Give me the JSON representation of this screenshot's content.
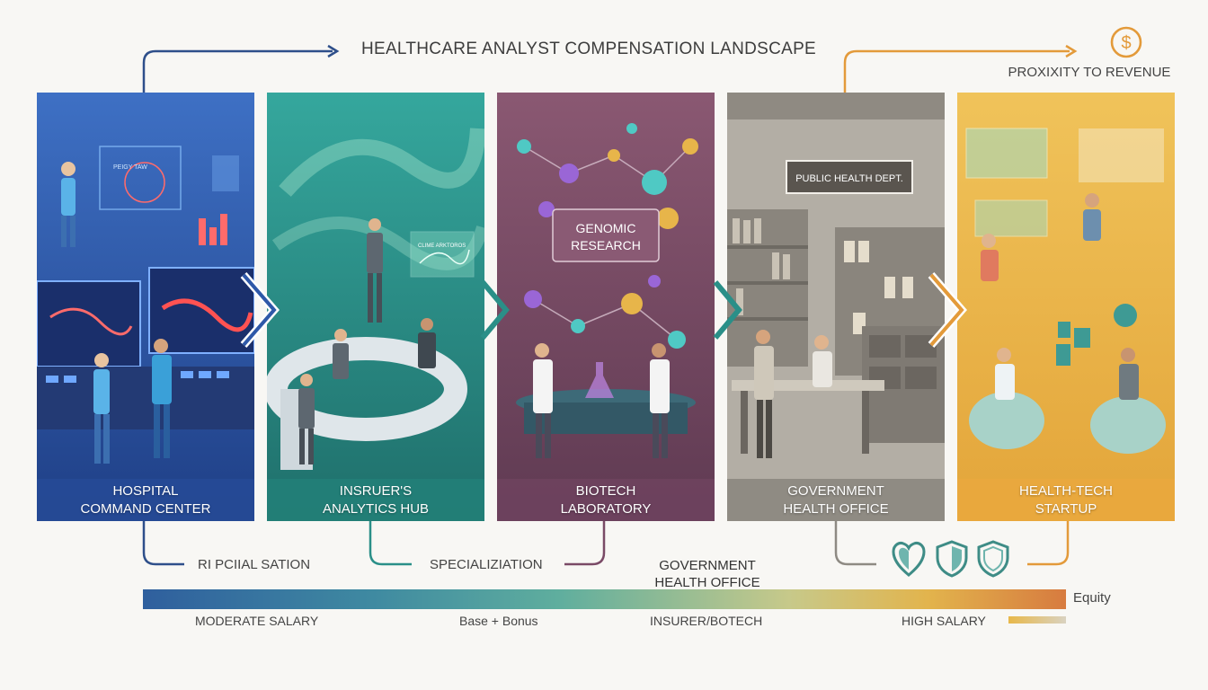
{
  "title": "HEALTHCARE ANALYST COMPENSATION LANDSCAPE",
  "top_right_label": "PROXIXITY TO REVENUE",
  "panels": [
    {
      "label": "HOSPITAL\nCOMMAND CENTER",
      "color": "#2e58a8"
    },
    {
      "label": "INSRUER'S\nANALYTICS HUB",
      "color": "#2a8f88"
    },
    {
      "label": "BIOTECH\nLABORATORY",
      "color": "#7a4a66"
    },
    {
      "label": "GOVERNMENT\nHEALTH OFFICE",
      "color": "#9a968e"
    },
    {
      "label": "HEALTH-TECH\nSTARTUP",
      "color": "#e9b347"
    }
  ],
  "scene_text": {
    "hospital_screen": "PEIGY TAW",
    "insurer_screen": "CLIME ARKTOROS",
    "biotech_sign": "GENOMIC\nRESEARCH",
    "gov_sign": "PUBLIC HEALTH DEPT."
  },
  "bottom_labels": {
    "left": "RI PCIIAL SATION",
    "middle": "SPECIALIZIATION",
    "government": "GOVERNMENT\nHEALTH OFFICE"
  },
  "scale": {
    "moderate": "MODERATE SALARY",
    "base_bonus": "Base + Bonus",
    "insurer_biotech": "INSURER/BOTECH",
    "high": "HIGH SALARY",
    "equity": "Equity"
  },
  "colors": {
    "blue": "#2e58a8",
    "teal": "#2a8f88",
    "plum": "#7a4a66",
    "gray": "#9a968e",
    "gold": "#e9b347",
    "orange": "#e39a3a"
  },
  "icons": [
    "dollar-coin-icon",
    "heart-shield-icon",
    "shield-icon",
    "shield-outline-icon"
  ]
}
